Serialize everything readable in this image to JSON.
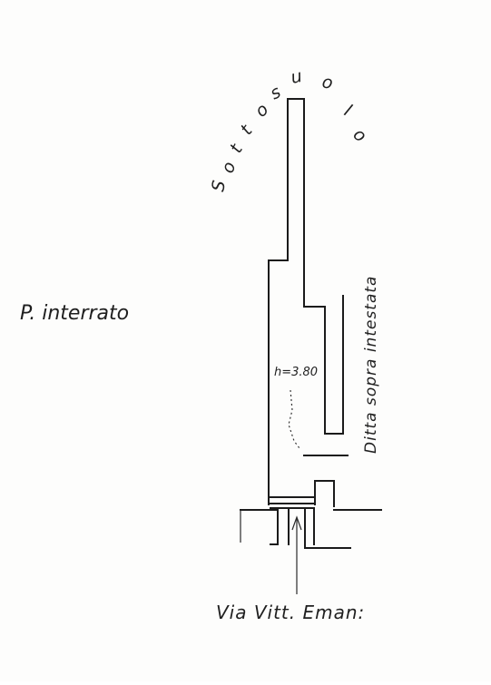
{
  "labels": {
    "floor": "P. interrato",
    "street": "Via Vitt. Eman:",
    "owner": "Ditta sopra intestata",
    "height": "h=3.80",
    "sottosuolo_letters": [
      "S",
      "o",
      "t",
      "t",
      "o",
      "s",
      "u",
      "o",
      "l",
      "o"
    ]
  },
  "colors": {
    "ink": "#1b1b1b",
    "paper": "#fdfdfc"
  },
  "icons": {
    "entrance_arrow": "arrow-up-icon"
  }
}
